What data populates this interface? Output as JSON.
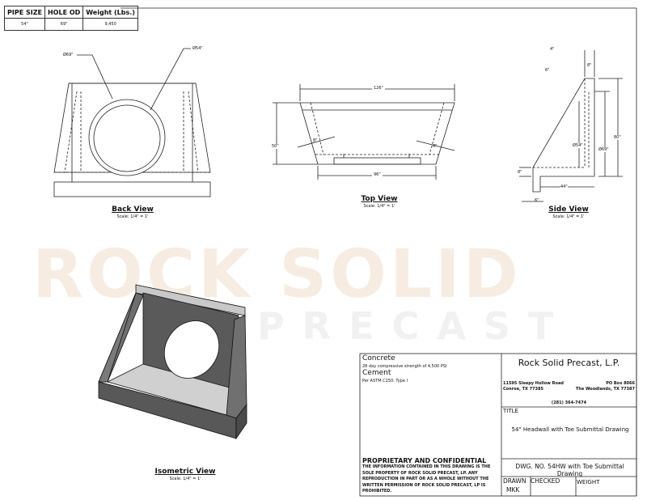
{
  "spec_table": {
    "headers": [
      "PIPE SIZE",
      "HOLE OD",
      "Weight (Lbs.)"
    ],
    "values": [
      "54\"",
      "69\"",
      "9,450"
    ]
  },
  "watermark": {
    "line1": "ROCK SOLID",
    "line2": "PRECAST"
  },
  "back_view": {
    "title": "Back View",
    "scale": "Scale: 1/4\" = 1'",
    "dims": {
      "outer_dia": "Ø69\"",
      "inner_dia": "Ø54\""
    }
  },
  "top_view": {
    "title": "Top View",
    "scale": "Scale: 1/4\" = 1'",
    "dims": {
      "top_width": "126\"",
      "bottom_width": "96\"",
      "depth": "50\"",
      "wing_left": "8\"",
      "wing_right": "8\""
    }
  },
  "side_view": {
    "title": "Side View",
    "scale": "Scale: 1/4\" = 1'",
    "dims": {
      "top_width": "4\"",
      "wall": "8\"",
      "cap": "6\"",
      "height": "80\"",
      "hole_outer": "Ø69\"",
      "hole_inner": "Ø54\"",
      "toe_height": "8\"",
      "toe_length": "44\"",
      "toe_width": "6\""
    }
  },
  "iso_view": {
    "title": "Isometric View",
    "scale": "Scale: 1/4\" = 1'"
  },
  "title_block": {
    "concrete_heading": "Concrete",
    "concrete_text": "28 day compressive strength of 4,500 PSI",
    "cement_heading": "Cement",
    "cement_text": "Per ASTM C150: Type I",
    "proprietary_heading": "PROPRIETARY AND CONFIDENTIAL",
    "proprietary_text": "THE INFORMATION CONTAINED IN THIS DRAWING IS THE SOLE PROPERTY OF ROCK SOLID PRECAST, LP.  ANY REPRODUCTION IN PART OR AS A WHOLE WITHOUT THE WRITTEN PERMISSION OF ROCK SOLID PRECAST, LP IS PROHIBITED.",
    "company": "Rock Solid Precast, L.P.",
    "address_left_1": "11595 Sleepy Hollow Road",
    "address_left_2": "Conroe, TX 77385",
    "address_right_1": "PO Box 8066",
    "address_right_2": "The Woodlands, TX 77387",
    "phone": "(281) 364-7474",
    "title_label": "TITLE",
    "title_value": "54\" Headwall with Toe Submittal Drawing",
    "dwg_no": "DWG.  NO. 54HW with Toe Submittal Drawing",
    "drawn_label": "DRAWN",
    "drawn_value": "MKK",
    "checked_label": "CHECKED",
    "weight_label": "WEIGHT"
  }
}
